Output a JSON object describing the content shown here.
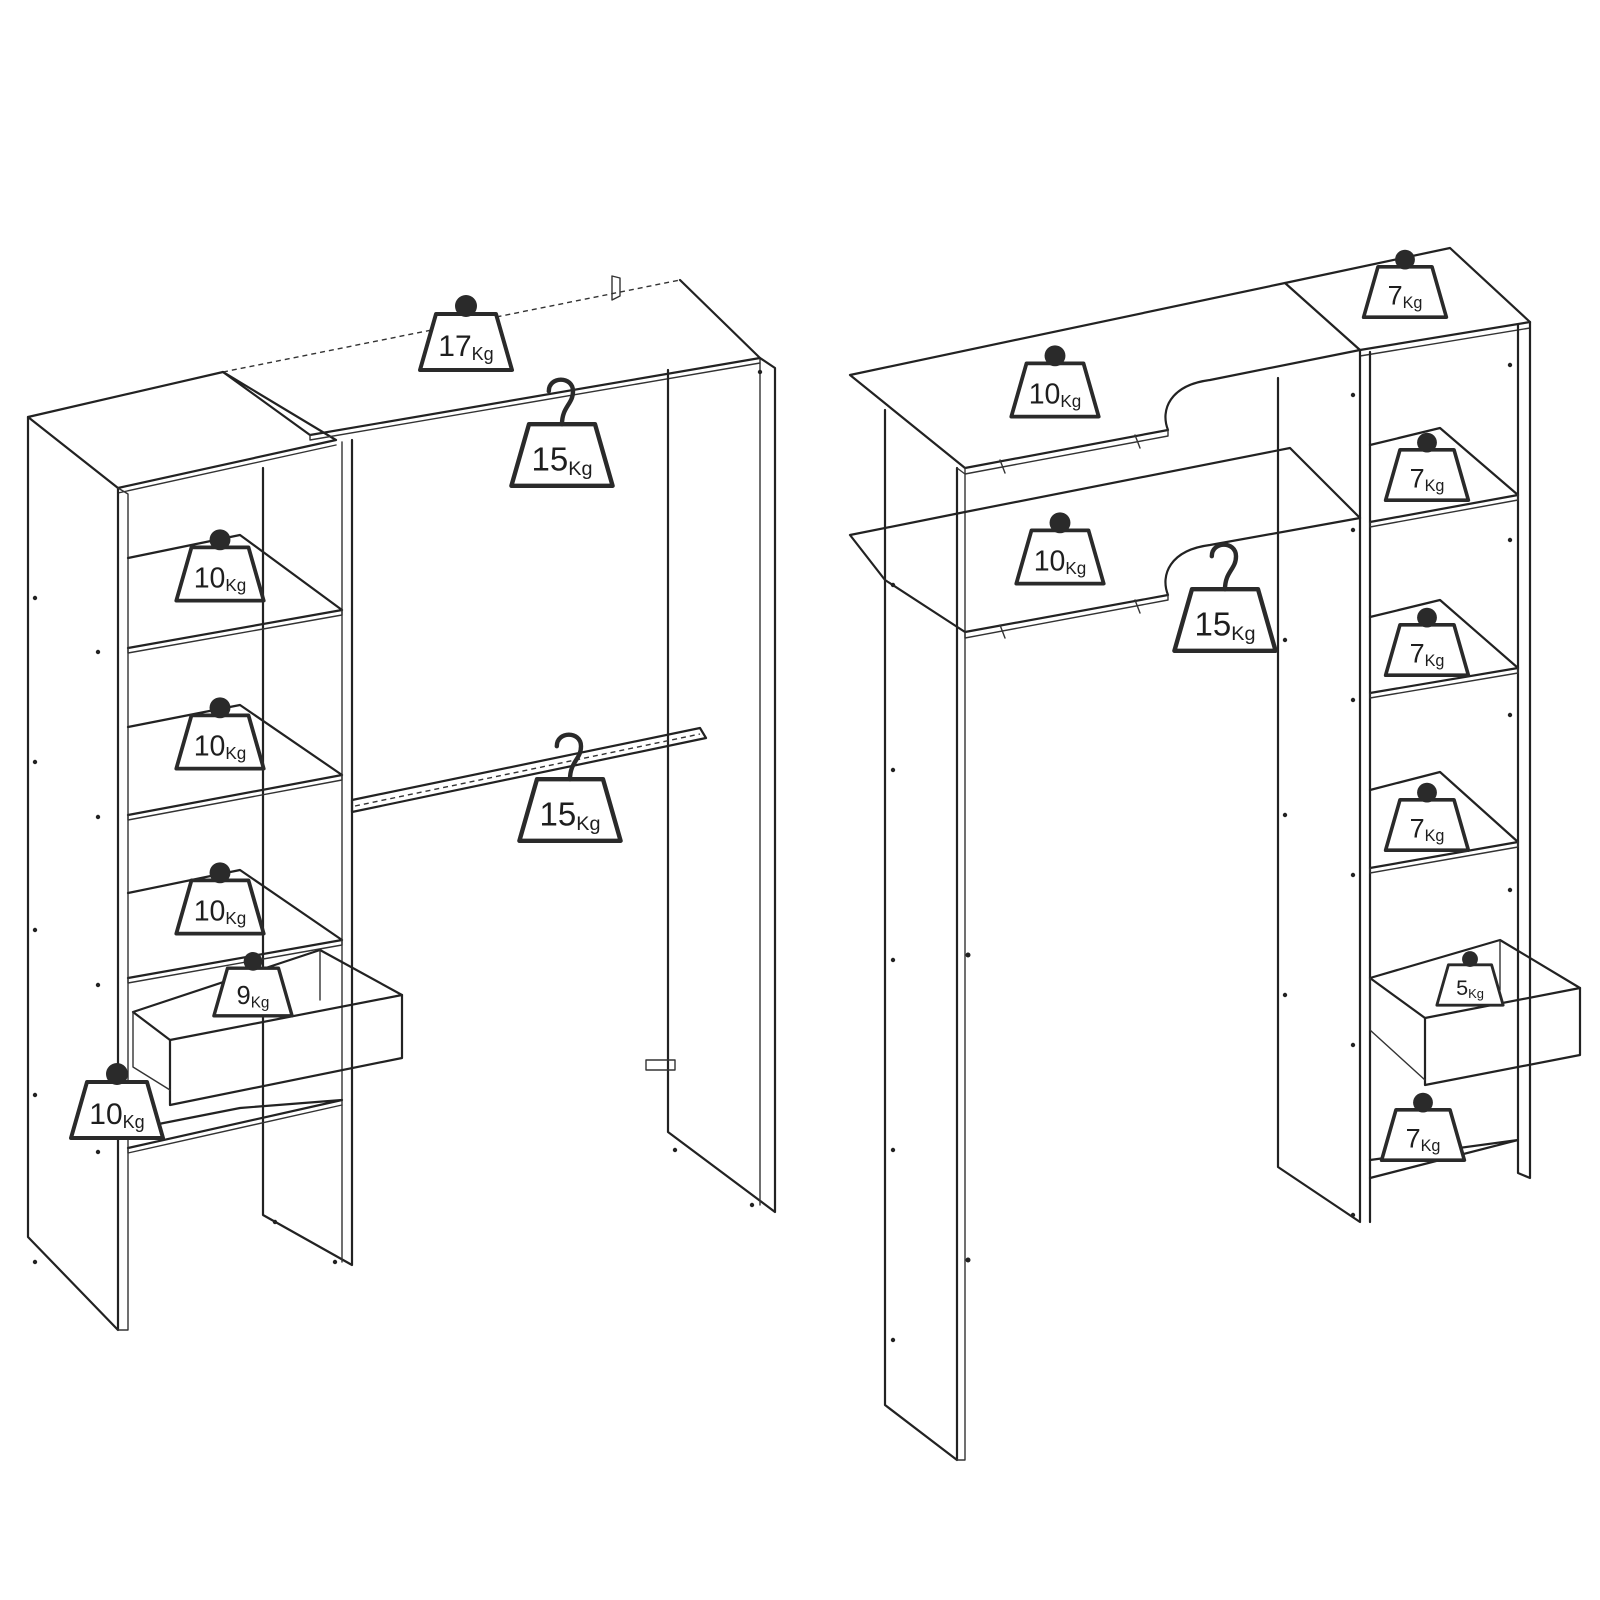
{
  "badges": {
    "w_top": {
      "value": "17",
      "unit": "Kg",
      "kind": "weight"
    },
    "w_rail_top": {
      "value": "15",
      "unit": "Kg",
      "kind": "hanger"
    },
    "w_shelf_1": {
      "value": "10",
      "unit": "Kg",
      "kind": "weight"
    },
    "w_shelf_2": {
      "value": "10",
      "unit": "Kg",
      "kind": "weight"
    },
    "w_shelf_3": {
      "value": "10",
      "unit": "Kg",
      "kind": "weight"
    },
    "w_drawer": {
      "value": "9",
      "unit": "Kg",
      "kind": "weight"
    },
    "w_bottom": {
      "value": "10",
      "unit": "Kg",
      "kind": "weight"
    },
    "w_rail_mid": {
      "value": "15",
      "unit": "Kg",
      "kind": "hanger"
    },
    "r_top_1": {
      "value": "10",
      "unit": "Kg",
      "kind": "weight"
    },
    "r_top_2": {
      "value": "10",
      "unit": "Kg",
      "kind": "weight"
    },
    "r_rail": {
      "value": "15",
      "unit": "Kg",
      "kind": "hanger"
    },
    "r_col_top": {
      "value": "7",
      "unit": "Kg",
      "kind": "weight"
    },
    "r_col_1": {
      "value": "7",
      "unit": "Kg",
      "kind": "weight"
    },
    "r_col_2": {
      "value": "7",
      "unit": "Kg",
      "kind": "weight"
    },
    "r_col_3": {
      "value": "7",
      "unit": "Kg",
      "kind": "weight"
    },
    "r_drawer": {
      "value": "5",
      "unit": "Kg",
      "kind": "weight"
    },
    "r_col_4": {
      "value": "7",
      "unit": "Kg",
      "kind": "weight"
    }
  }
}
